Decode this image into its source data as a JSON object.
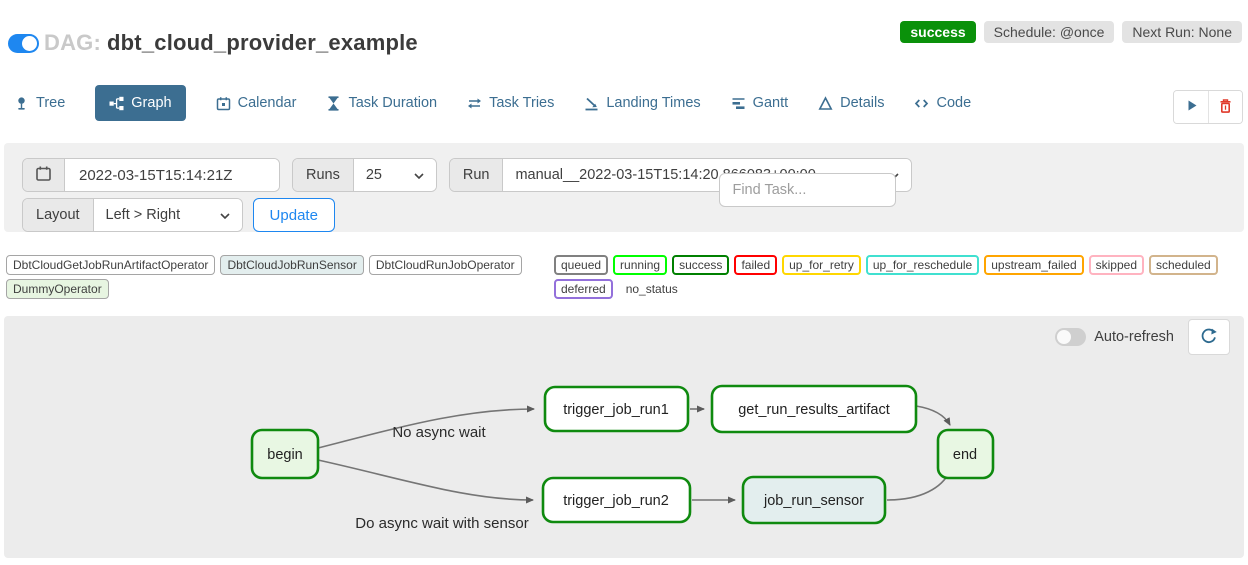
{
  "header": {
    "dag_prefix": "DAG:",
    "dag_title": "dbt_cloud_provider_example",
    "status_badge": "success",
    "schedule_badge": "Schedule: @once",
    "next_run_badge": "Next Run: None",
    "colors": {
      "success": "#0a910a",
      "accent_blue": "#1e87f0",
      "tab_blue": "#3c6e91"
    }
  },
  "tabs": [
    {
      "label": "Tree",
      "icon": "tree-icon",
      "active": false
    },
    {
      "label": "Graph",
      "icon": "graph-icon",
      "active": true
    },
    {
      "label": "Calendar",
      "icon": "calendar-icon",
      "active": false
    },
    {
      "label": "Task Duration",
      "icon": "hourglass-icon",
      "active": false
    },
    {
      "label": "Task Tries",
      "icon": "retry-arrows-icon",
      "active": false
    },
    {
      "label": "Landing Times",
      "icon": "plane-landing-icon",
      "active": false
    },
    {
      "label": "Gantt",
      "icon": "gantt-bars-icon",
      "active": false
    },
    {
      "label": "Details",
      "icon": "triangle-icon",
      "active": false
    },
    {
      "label": "Code",
      "icon": "code-brackets-icon",
      "active": false
    }
  ],
  "actions": {
    "trigger_icon": "play-icon",
    "delete_icon": "trash-icon"
  },
  "filters": {
    "date_value": "2022-03-15T15:14:21Z",
    "runs_label": "Runs",
    "runs_value": "25",
    "run_label": "Run",
    "run_value": "manual__2022-03-15T15:14:20.866083+00:00",
    "find_task_placeholder": "Find Task...",
    "layout_label": "Layout",
    "layout_value": "Left > Right",
    "update_label": "Update"
  },
  "legend": {
    "operators": [
      {
        "label": "DbtCloudGetJobRunArtifactOperator",
        "bg": "#ffffff"
      },
      {
        "label": "DbtCloudJobRunSensor",
        "bg": "#e3eeee"
      },
      {
        "label": "DbtCloudRunJobOperator",
        "bg": "#ffffff"
      },
      {
        "label": "DummyOperator",
        "bg": "#e7f5e1"
      }
    ],
    "statuses": [
      {
        "label": "queued",
        "border": "#808080"
      },
      {
        "label": "running",
        "border": "#00ff00"
      },
      {
        "label": "success",
        "border": "#008000"
      },
      {
        "label": "failed",
        "border": "#ff0000"
      },
      {
        "label": "up_for_retry",
        "border": "#ffd700"
      },
      {
        "label": "up_for_reschedule",
        "border": "#40e0d0"
      },
      {
        "label": "upstream_failed",
        "border": "#ffa500"
      },
      {
        "label": "skipped",
        "border": "#ffb3c0"
      },
      {
        "label": "scheduled",
        "border": "#d2b48c"
      },
      {
        "label": "deferred",
        "border": "#9370db"
      },
      {
        "label": "no_status"
      }
    ]
  },
  "graph": {
    "auto_refresh_label": "Auto-refresh",
    "refresh_icon": "refresh-icon",
    "nodes": [
      {
        "id": "begin",
        "label": "begin",
        "fill": "#e8f7e3"
      },
      {
        "id": "trigger_job_run1",
        "label": "trigger_job_run1",
        "fill": "#ffffff"
      },
      {
        "id": "get_run_results_artifact",
        "label": "get_run_results_artifact",
        "fill": "#ffffff"
      },
      {
        "id": "end",
        "label": "end",
        "fill": "#e8f7e3"
      },
      {
        "id": "trigger_job_run2",
        "label": "trigger_job_run2",
        "fill": "#ffffff"
      },
      {
        "id": "job_run_sensor",
        "label": "job_run_sensor",
        "fill": "#e3eeee"
      }
    ],
    "edges": [
      "begin->trigger_job_run1",
      "begin->trigger_job_run2",
      "trigger_job_run1->get_run_results_artifact",
      "get_run_results_artifact->end",
      "trigger_job_run2->job_run_sensor",
      "job_run_sensor->end"
    ],
    "edge_labels": [
      "No async wait",
      "Do async wait with sensor"
    ]
  }
}
